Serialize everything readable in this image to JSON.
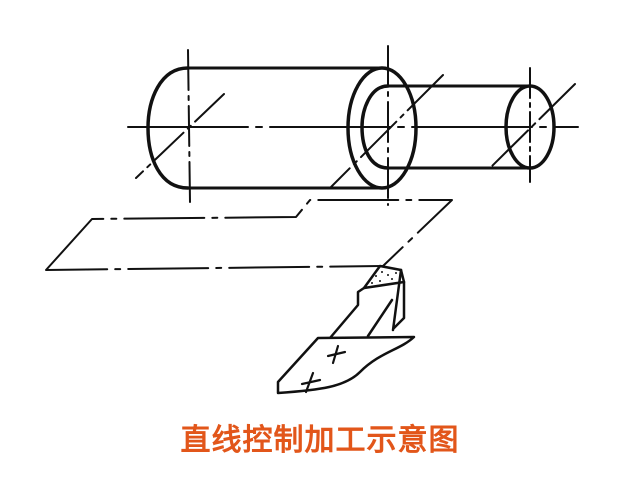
{
  "diagram": {
    "title": "直线控制加工示意图",
    "title_color": "#E2561A",
    "line_color": "#111111",
    "background": "#FFFFFF",
    "components": [
      {
        "id": "large-cylinder",
        "label": "large cylinder (workpiece, larger diameter section)"
      },
      {
        "id": "small-cylinder",
        "label": "small cylinder (workpiece, smaller diameter section)"
      },
      {
        "id": "tool-path-plane",
        "label": "machining path plane (stepped parallelogram)"
      },
      {
        "id": "cutting-tool",
        "label": "turning tool with insert"
      }
    ]
  }
}
